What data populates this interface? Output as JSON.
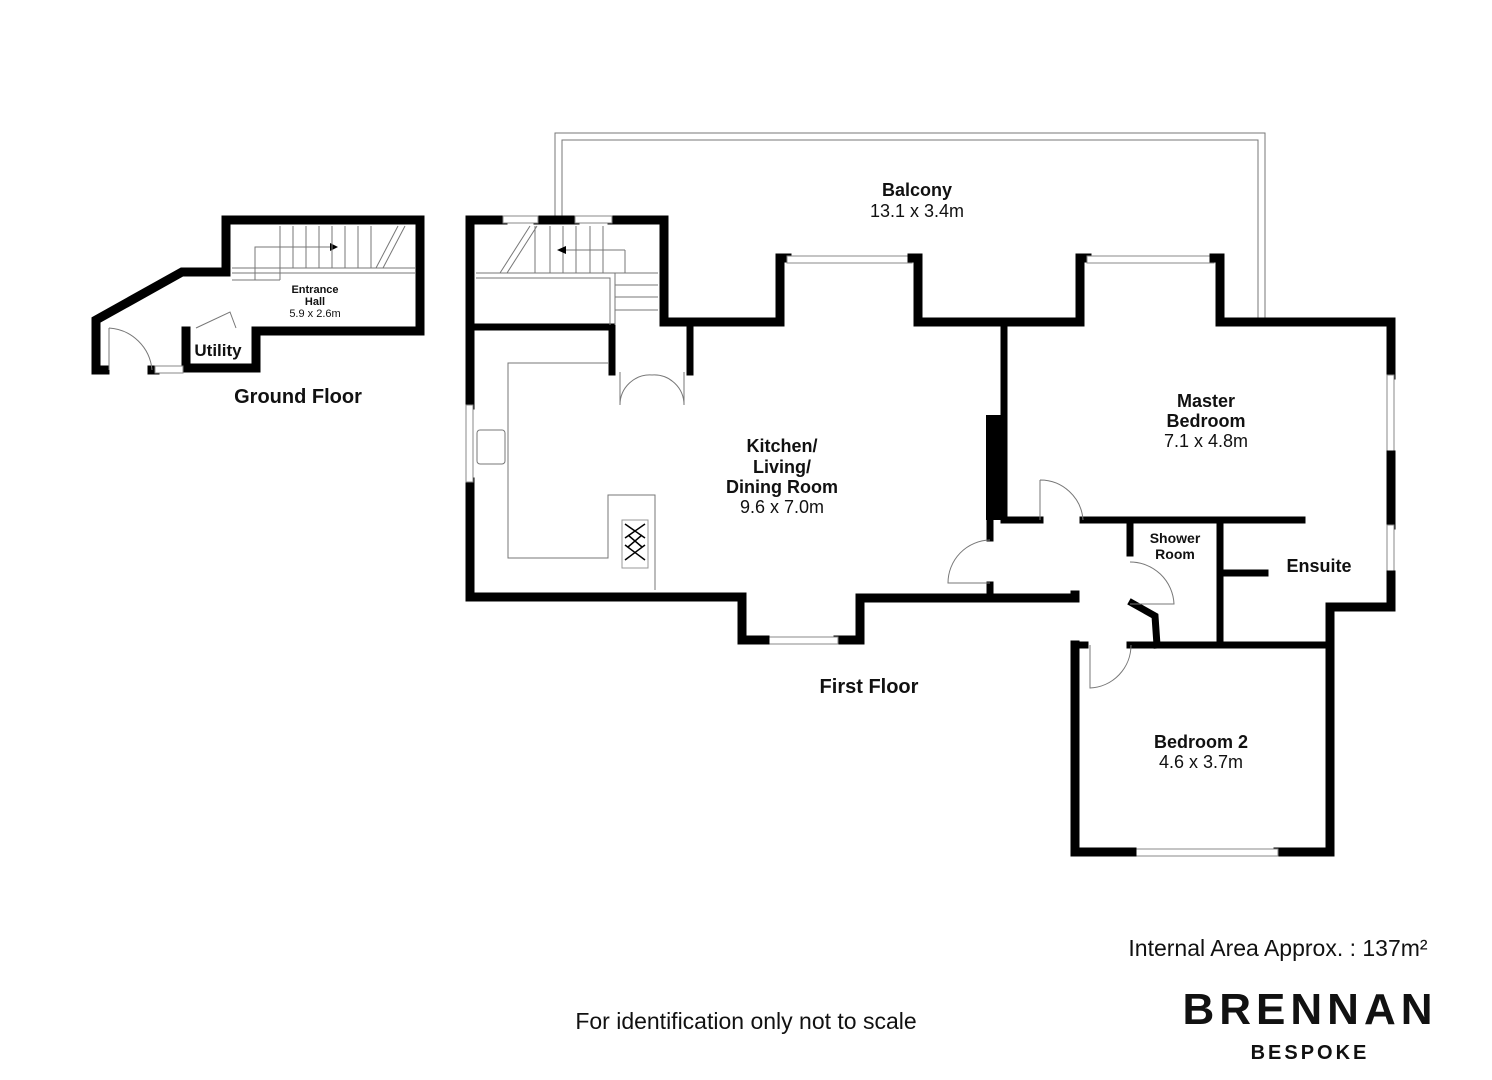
{
  "floors": {
    "ground": "Ground Floor",
    "first": "First Floor"
  },
  "rooms": {
    "entrance_hall": {
      "name1": "Entrance",
      "name2": "Hall",
      "size": "5.9 x 2.6m"
    },
    "utility": {
      "name": "Utility"
    },
    "balcony": {
      "name": "Balcony",
      "size": "13.1 x 3.4m"
    },
    "kitchen": {
      "name1": "Kitchen/",
      "name2": "Living/",
      "name3": "Dining Room",
      "size": "9.6 x 7.0m"
    },
    "master": {
      "name1": "Master",
      "name2": "Bedroom",
      "size": "7.1 x 4.8m"
    },
    "shower": {
      "name1": "Shower",
      "name2": "Room"
    },
    "ensuite": {
      "name": "Ensuite"
    },
    "bedroom2": {
      "name": "Bedroom 2",
      "size": "4.6 x 3.7m"
    }
  },
  "footer": {
    "area": "Internal Area Approx. : 137m²",
    "disclaimer": "For identification only not to scale",
    "brand": "BRENNAN",
    "brand_sub": "BESPOKE"
  }
}
